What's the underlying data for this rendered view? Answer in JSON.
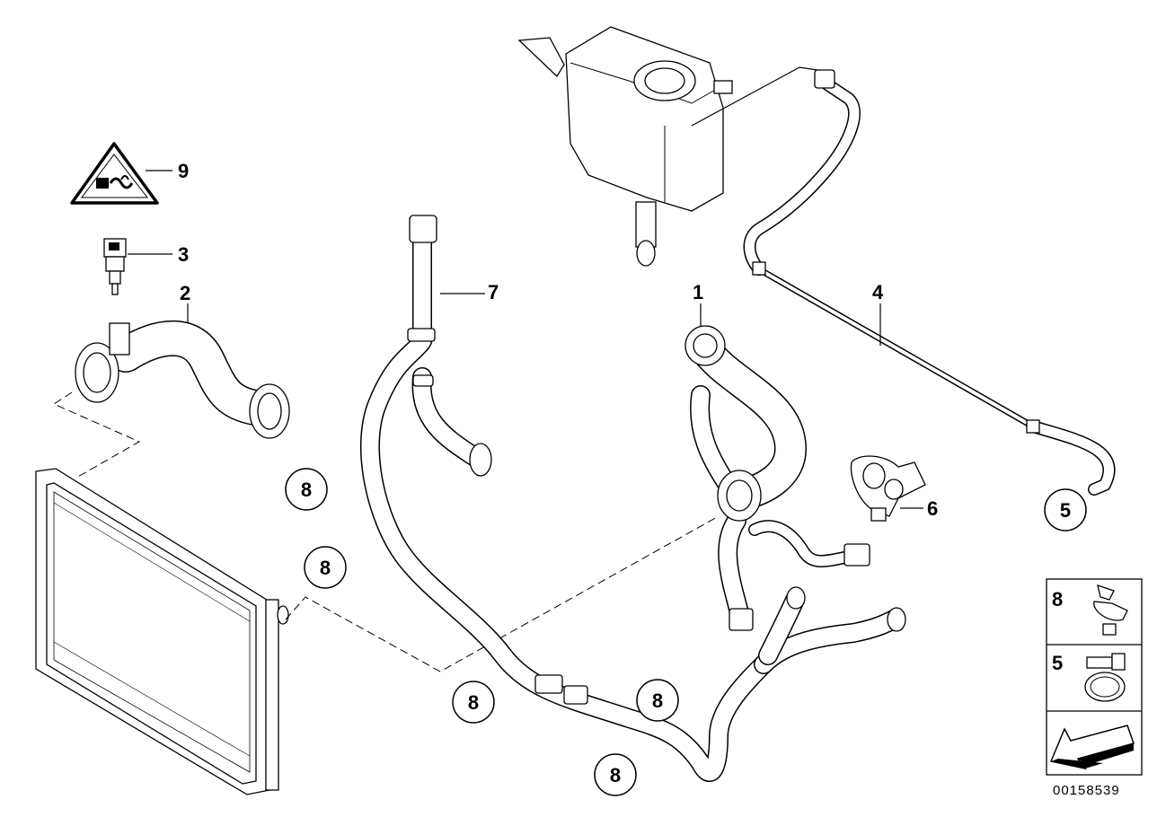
{
  "callouts": {
    "p1": "1",
    "p2": "2",
    "p3": "3",
    "p4": "4",
    "p5": "5",
    "p6": "6",
    "p7": "7",
    "p9": "9",
    "c8": "8"
  },
  "legend": {
    "item_8": "8",
    "item_5": "5"
  },
  "diagram_id": "00158539"
}
